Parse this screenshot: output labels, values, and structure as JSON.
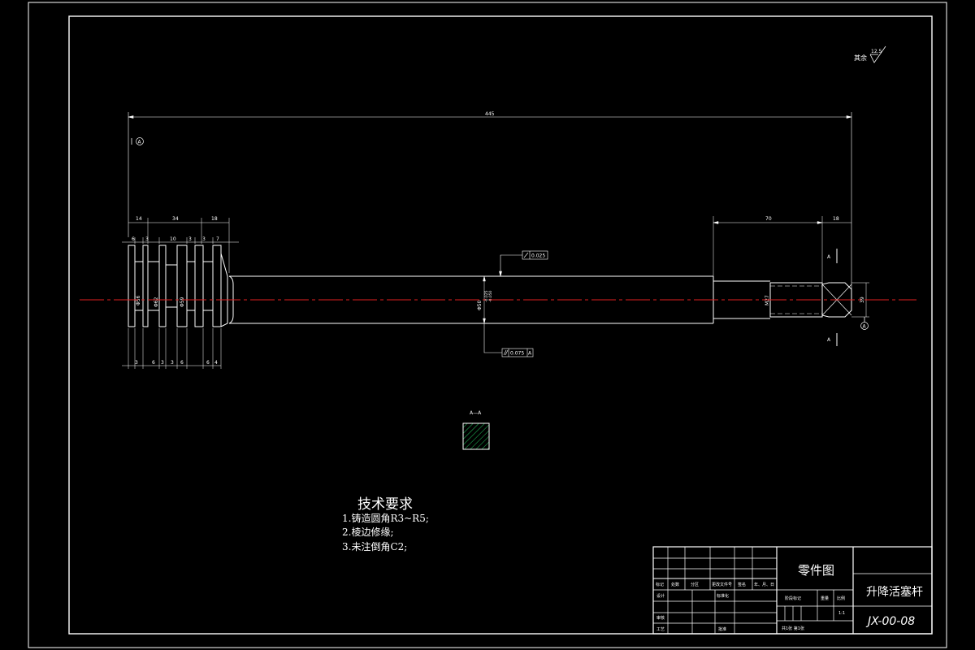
{
  "drawing": {
    "colors": {
      "line": "#ffffff",
      "centerline": "#e02020",
      "hatch": "#22c55e",
      "background": "#000000"
    },
    "dimensions": {
      "overall_length": "445",
      "head_14": "14",
      "head_34": "34",
      "head_18": "18",
      "groove_6": "6",
      "groove_3a": "3",
      "groove_10": "10",
      "groove_3b": "3",
      "groove_3c": "3",
      "groove_7": "7",
      "bottom_3a": "3",
      "bottom_6a": "6",
      "bottom_3b": "3",
      "bottom_3c": "3",
      "bottom_6b": "6",
      "bottom_6c": "6",
      "bottom_4": "4",
      "dia_1": "Φ56",
      "dia_2": "Φ62",
      "dia_3": "Φ59",
      "rod_dia": "Φ50",
      "rod_tol_upper": "-0.025",
      "rod_tol_lower": "-0.050",
      "thread": "M27",
      "end_width": "70",
      "end_18": "18",
      "end_dia": "39"
    },
    "tolerances": {
      "straightness": "0.025",
      "parallel": "0.075",
      "datum": "A"
    },
    "datum_left": "A",
    "datum_right": "A",
    "section_marker_top": "A",
    "section_marker_bottom": "A",
    "section_title": "A—A",
    "roughness": {
      "label": "其余",
      "value": "12.5"
    }
  },
  "tech_requirements": {
    "title": "技术要求",
    "items": [
      "1.铸造圆角R3~R5;",
      "2.棱边修缘;",
      "3.未注倒角C2;"
    ]
  },
  "title_block": {
    "drawing_type": "零件图",
    "part_name": "升降活塞杆",
    "part_number": "JX-00-08",
    "row_headers": [
      "标记",
      "处数",
      "分区",
      "更改文件号",
      "签名",
      "年、月、日"
    ],
    "design": "设计",
    "standardization": "标准化",
    "check": "审核",
    "process": "工艺",
    "approve": "批准",
    "stage_mark": "阶段标记",
    "weight": "重量",
    "scale": "比例",
    "scale_value": "1:1",
    "sheets": "共1张 第1张"
  }
}
